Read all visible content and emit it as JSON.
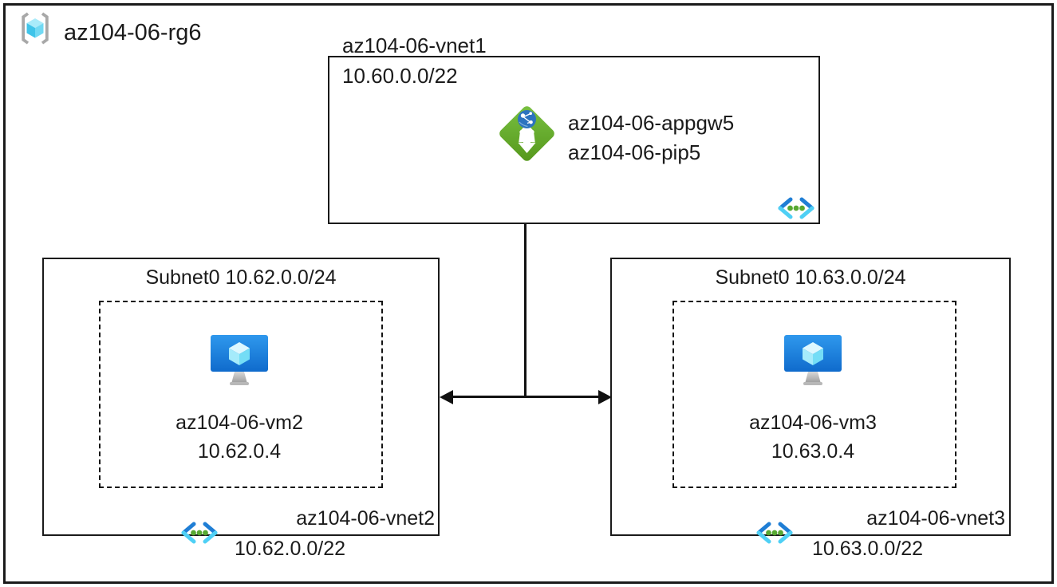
{
  "diagram": {
    "resource_group": {
      "label": "az104-06-rg6"
    },
    "vnet1": {
      "title": "az104-06-vnet1",
      "cidr": "10.60.0.0/22",
      "app_gateway": "az104-06-appgw5",
      "public_ip": "az104-06-pip5"
    },
    "left": {
      "subnet": "Subnet0 10.62.0.0/24",
      "vm_name": "az104-06-vm2",
      "vm_ip": "10.62.0.4",
      "vnet_name": "az104-06-vnet2",
      "vnet_cidr": "10.62.0.0/22"
    },
    "right": {
      "subnet": "Subnet0 10.63.0.0/24",
      "vm_name": "az104-06-vm3",
      "vm_ip": "10.63.0.4",
      "vnet_name": "az104-06-vnet3",
      "vnet_cidr": "10.63.0.0/22"
    },
    "icons": {
      "resource_group": "gray-brackets-cyan-cube",
      "virtual_network": "blue-angle-brackets-green-dots",
      "application_gateway": "green-diamond-white-arrows-globe",
      "virtual_machine": "blue-monitor-cyan-cube"
    },
    "colors": {
      "border_black": "#1a1a1a",
      "vnet_bracket_blue": "#1F7ED5",
      "vnet_bracket_cyan": "#4FD0F5",
      "vnet_dot_green": "#57A832",
      "appgw_green_light": "#79C142",
      "appgw_green_dark": "#55971B",
      "globe_blue": "#2C73BF",
      "vm_screen_top": "#2F98ED",
      "vm_screen_bottom": "#0F6BCC",
      "cube_cyan": "#74DDF6",
      "bracket_gray": "#A8A8A8"
    }
  }
}
